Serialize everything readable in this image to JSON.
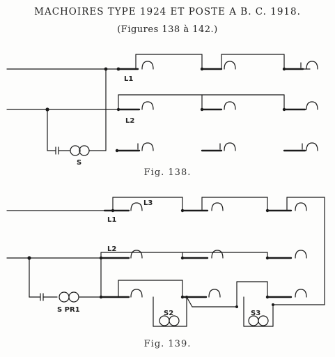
{
  "header": {
    "title": "MACHOIRES TYPE 1924 ET POSTE A B. C. 1918.",
    "subtitle": "(Figures 138 à 142.)"
  },
  "fig138": {
    "caption": "Fig. 138.",
    "label_l1": "L1",
    "label_l2": "L2",
    "label_s": "S"
  },
  "fig139": {
    "caption": "Fig. 139.",
    "label_l1": "L1",
    "label_l2": "L2",
    "label_l3": "L3",
    "label_s_pr1": "S PR1",
    "label_s2": "S2",
    "label_s3": "S3"
  },
  "colors": {
    "ink": "#1a1a1a",
    "paper": "#fdfdfc"
  }
}
